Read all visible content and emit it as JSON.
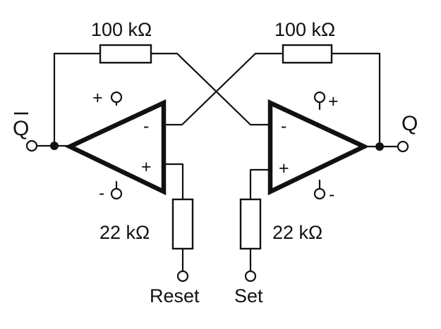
{
  "labels": {
    "feedback_resistor_left": "100 kΩ",
    "feedback_resistor_right": "100 kΩ",
    "input_resistor_left": "22 kΩ",
    "input_resistor_right": "22 kΩ",
    "output_q_bar": "Q",
    "output_q": "Q",
    "input_reset": "Reset",
    "input_set": "Set",
    "left_opamp_minus": "-",
    "left_opamp_plus": "+",
    "right_opamp_minus": "-",
    "right_opamp_plus": "+",
    "left_supply_plus": "+",
    "left_supply_minus": "-",
    "right_supply_plus": "+",
    "right_supply_minus": "-"
  },
  "colors": {
    "ink": "#111111",
    "background": "#ffffff"
  }
}
